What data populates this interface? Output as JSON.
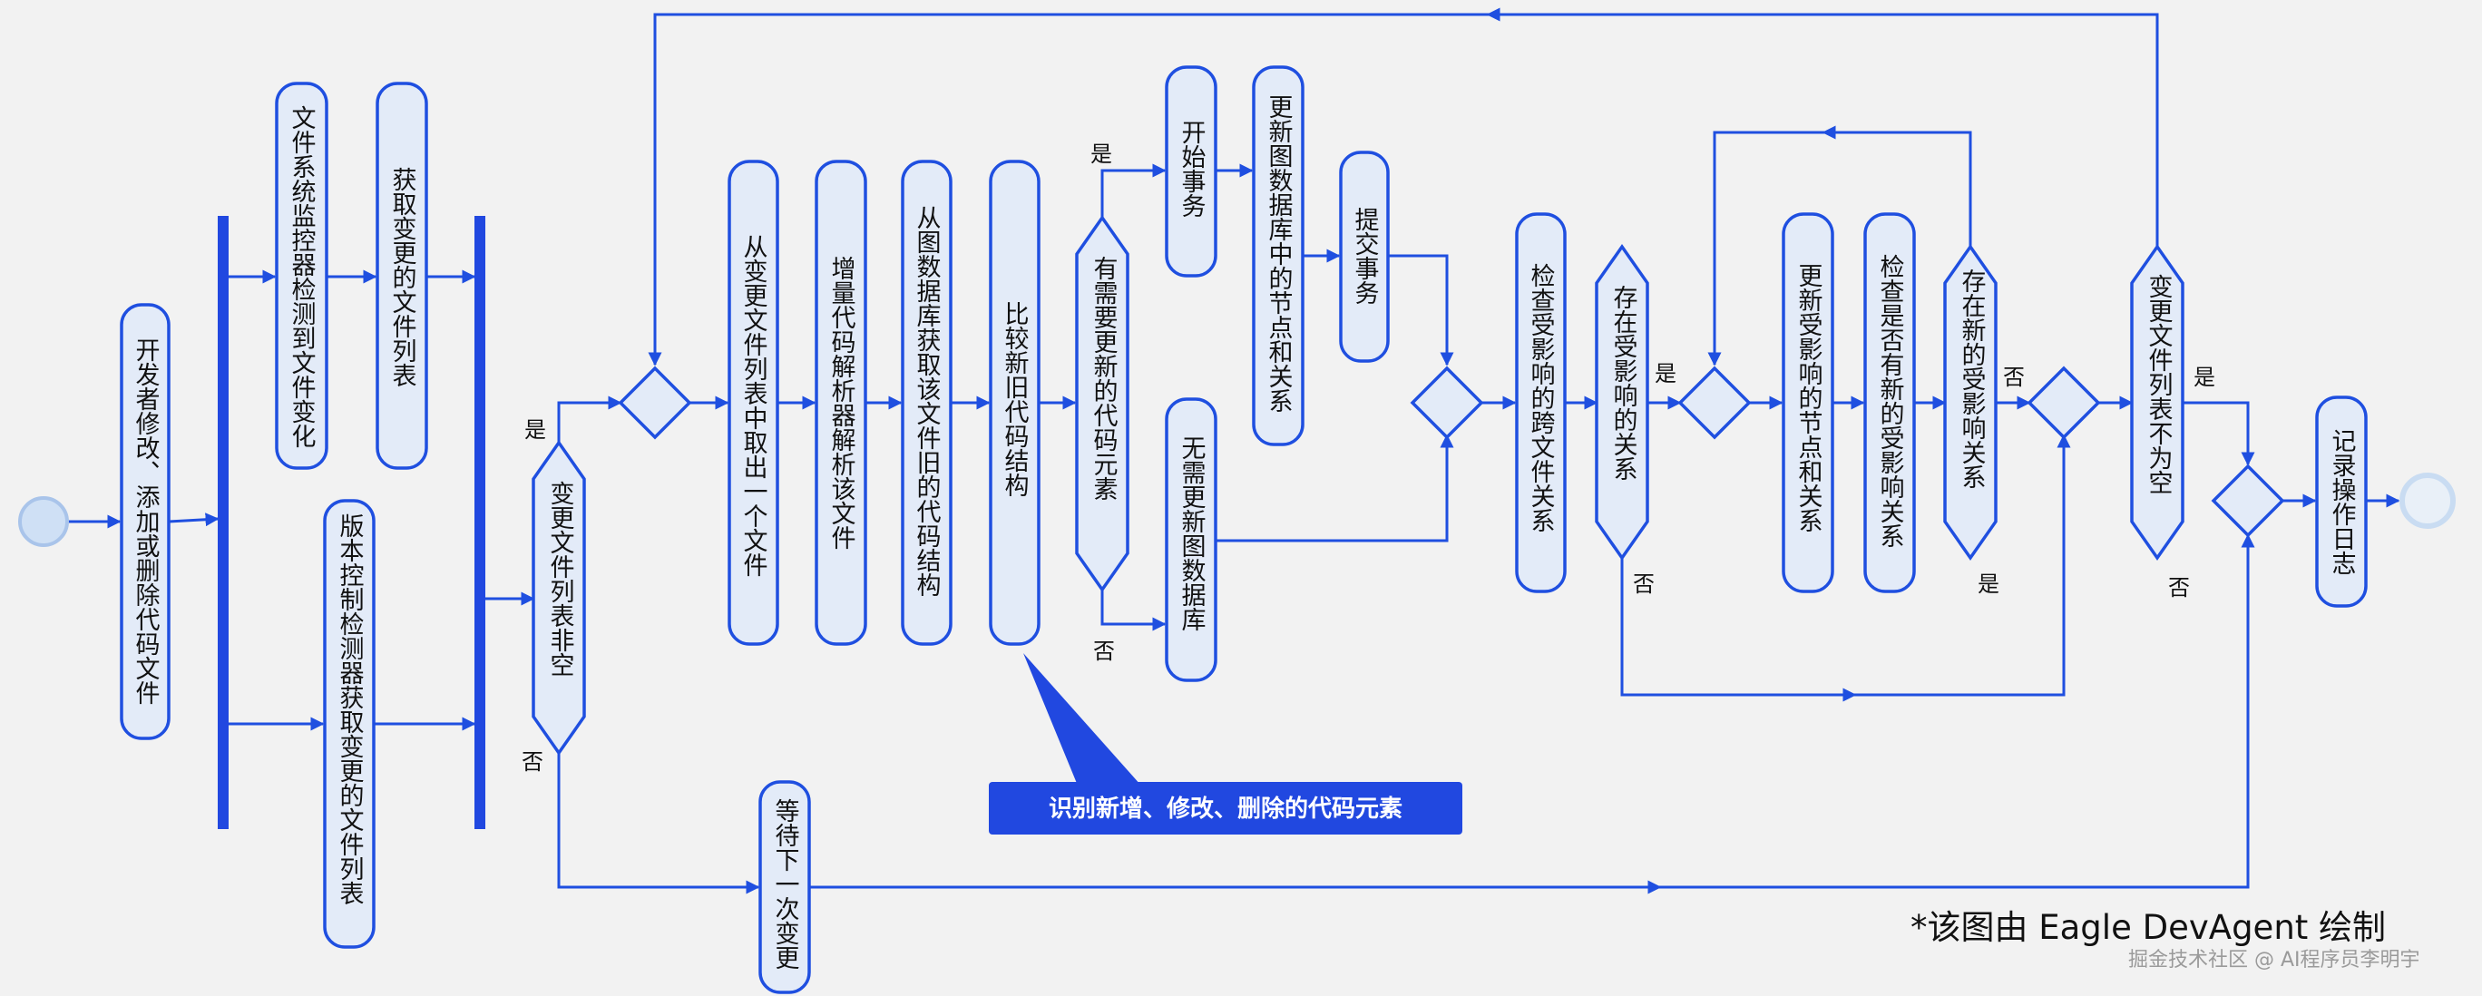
{
  "diagram": {
    "nodes": {
      "dev_modify": "开发者修改、添加或删除代码文件",
      "fs_monitor": "文件系统监控器检测到文件变化",
      "get_changed_list": "获取变更的文件列表",
      "vcs_detector": "版本控制检测器获取变更的文件列表",
      "list_not_empty_1": "变更文件列表非空",
      "take_one_file": "从变更文件列表中取出一个文件",
      "incremental_parse": "增量代码解析器解析该文件",
      "get_old_structure": "从图数据库获取该文件旧的代码结构",
      "compare_structure": "比较新旧代码结构",
      "need_update": "有需要更新的代码元素",
      "begin_tx": "开始事务",
      "update_graph": "更新图数据库中的节点和关系",
      "commit_tx": "提交事务",
      "no_update": "无需更新图数据库",
      "check_cross_file": "检查受影响的跨文件关系",
      "has_affected": "存在受影响的关系",
      "update_affected": "更新受影响的节点和关系",
      "check_new_affected": "检查是否有新的受影响关系",
      "has_new_affected": "存在新的受影响关系",
      "list_not_empty_2": "变更文件列表不为空",
      "log_operation": "记录操作日志",
      "wait_next": "等待下一次变更"
    },
    "edge_labels": {
      "yes_list1": "是",
      "no_list1": "否",
      "yes_need": "是",
      "no_need": "否",
      "yes_affected": "是",
      "no_affected": "否",
      "no_new_affected": "否",
      "yes_new_affected": "是",
      "yes_list2": "是",
      "no_list2": "否"
    },
    "callout": "识别新增、修改、删除的代码元素",
    "colors": {
      "accent": "#1f4fe0",
      "node_fill": "#e3ebf8",
      "bar": "#2148e0",
      "background": "#f2f2f2"
    }
  },
  "footer": {
    "note": "*该图由 Eagle DevAgent 绘制",
    "watermark": "掘金技术社区 @ AI程序员李明宇"
  }
}
